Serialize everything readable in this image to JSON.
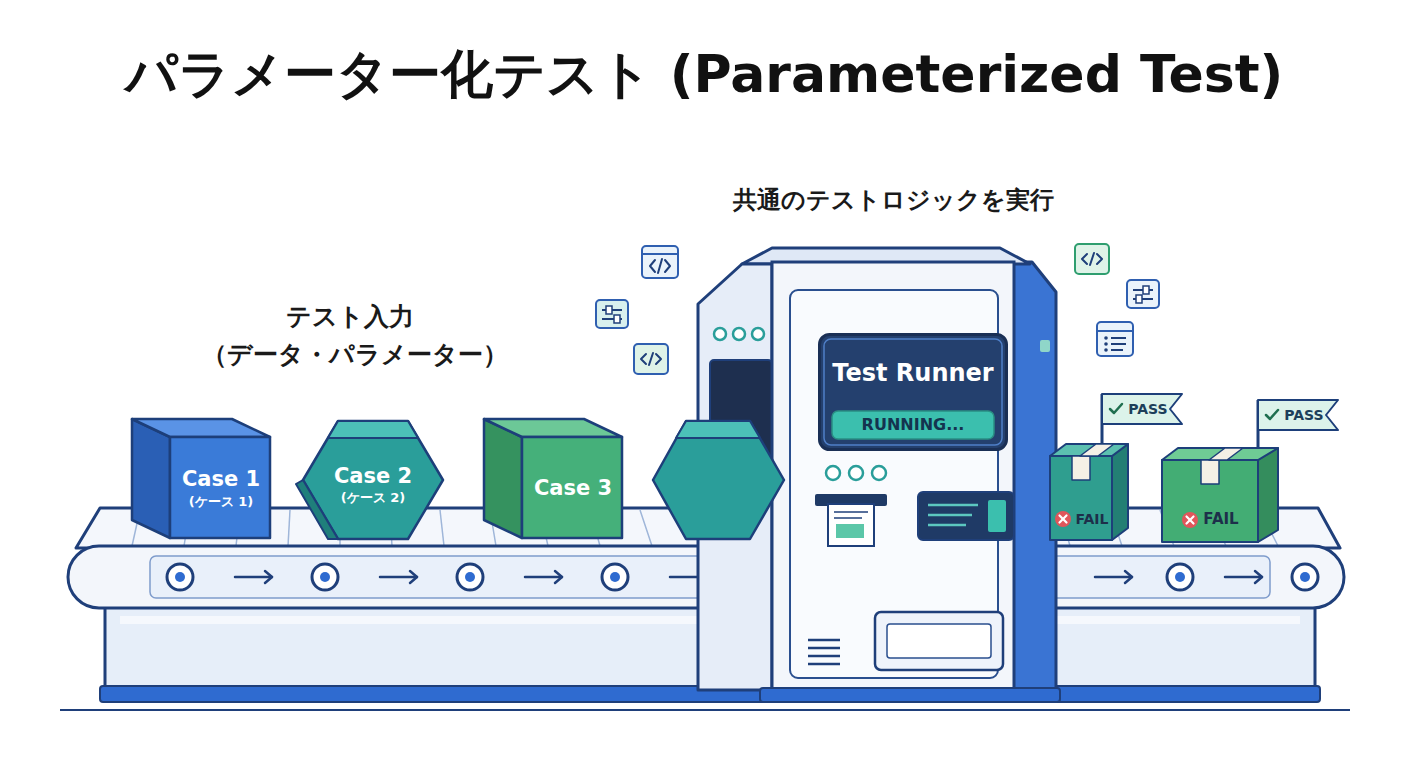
{
  "diagram": {
    "title": "パラメーター化テスト (Parameterized Test)",
    "nodes": [
      {
        "text": [
          "Case 1",
          "(ケース 1)"
        ]
      },
      {
        "text": [
          "Case 2",
          "(ケース 2)"
        ]
      },
      {
        "text": [
          "Case 3"
        ]
      },
      {
        "text": [
          "Test Runner"
        ]
      },
      {
        "text": [
          "RUNNING..."
        ],
        "in": 3
      },
      {
        "text": [
          "PASS"
        ]
      },
      {
        "text": [
          "FAIL"
        ]
      },
      {
        "text": [
          "PASS"
        ]
      },
      {
        "text": [
          "FAIL"
        ]
      }
    ],
    "labels": [
      "共通のテストロジックを実行",
      "テスト入力",
      "（データ・パラメーター）"
    ]
  }
}
